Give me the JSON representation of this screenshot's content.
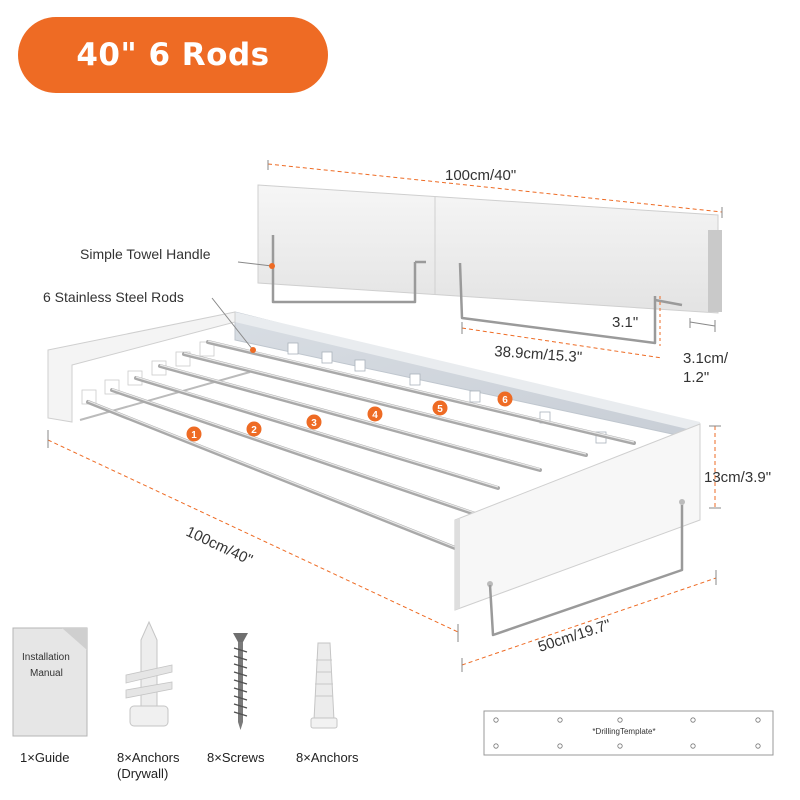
{
  "badge": {
    "title": "40\" 6 Rods",
    "color": "#ee6b24"
  },
  "dimensions": {
    "handle_width": "100cm/40\"",
    "towel_bar_width": "38.9cm/15.3\"",
    "handle_height": "3.1\"",
    "handle_depth_line1": "3.1cm/",
    "handle_depth_line2": "1.2\"",
    "rack_height": "13cm/3.9\"",
    "rack_width": "100cm/40\"",
    "rack_depth": "50cm/19.7\""
  },
  "callouts": {
    "towel_handle": "Simple Towel Handle",
    "rods": "6 Stainless Steel Rods"
  },
  "rod_numbers": [
    "1",
    "2",
    "3",
    "4",
    "5",
    "6"
  ],
  "accessories": {
    "guide_label": "1×Guide",
    "guide_cover_line1": "Installation",
    "guide_cover_line2": "Manual",
    "anchors_drywall_line1": "8×Anchors",
    "anchors_drywall_line2": "(Drywall)",
    "screws": "8×Screws",
    "anchors": "8×Anchors",
    "template_text": "*DrillingTemplate*"
  }
}
